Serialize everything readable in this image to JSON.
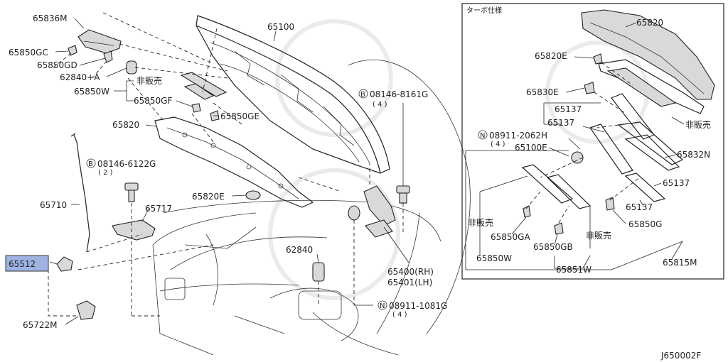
{
  "labels": {
    "l65836M": "65836M",
    "l65850GC": "65850GC",
    "l65850GD": "65850GD",
    "l62840A": "62840+A",
    "l65850W_top": "65850W",
    "hanbai_top": "非販売",
    "l65850GF": "65850GF",
    "l65850GE": "65850GE",
    "l65820_left": "65820",
    "l65100": "65100",
    "bolt_08146_8161": "08146-8161G",
    "qty_4_a": "( 4 )",
    "bolt_08146_6122": "08146-6122G",
    "qty_2": "( 2 )",
    "l65710": "65710",
    "l65717": "65717",
    "l65820E_left": "65820E",
    "l65512": "65512",
    "l62840": "62840",
    "l65400": "65400(RH)",
    "l65401": "65401(LH)",
    "nut_08911_1081": "08911-1081G",
    "qty_4_b": "( 4 )",
    "l65722M": "65722M",
    "circle_B": "B",
    "circle_N": "N",
    "inset_title": "ターボ仕様",
    "l65820_inset": "65820",
    "l65820E_inset": "65820E",
    "l65830E": "65830E",
    "l65137_a": "65137",
    "l65137_b": "65137",
    "nut_08911_2062": "08911-2062H",
    "qty_4_c": "( 4 )",
    "l65100E": "65100E",
    "hanbai_inset_right": "非販売",
    "l65832N": "65832N",
    "l65137_c": "65137",
    "l65137_d": "65137",
    "l65850G": "65850G",
    "hanbai_inset_left": "非販売",
    "l65850GA": "65850GA",
    "l65850W_inset": "65850W",
    "hanbai_inset_mid": "非販売",
    "l65850GB": "65850GB",
    "l65851W": "65851W",
    "l65815M": "65815M",
    "code": "J650002F"
  },
  "highlight_color": "#9fb3e3"
}
